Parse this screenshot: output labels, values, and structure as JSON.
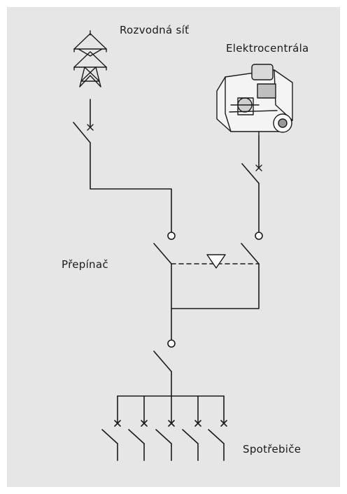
{
  "labels": {
    "grid": "Rozvodná síť",
    "generator": "Elektrocentrála",
    "switch": "Přepínač",
    "consumers": "Spotřebiče"
  },
  "colors": {
    "background": "#e6e6e6",
    "line": "#1a1a1a"
  },
  "icons": [
    "power-pylon-icon",
    "generator-icon",
    "breaker-x-mark",
    "terminal-circle",
    "interlock-triangle"
  ]
}
